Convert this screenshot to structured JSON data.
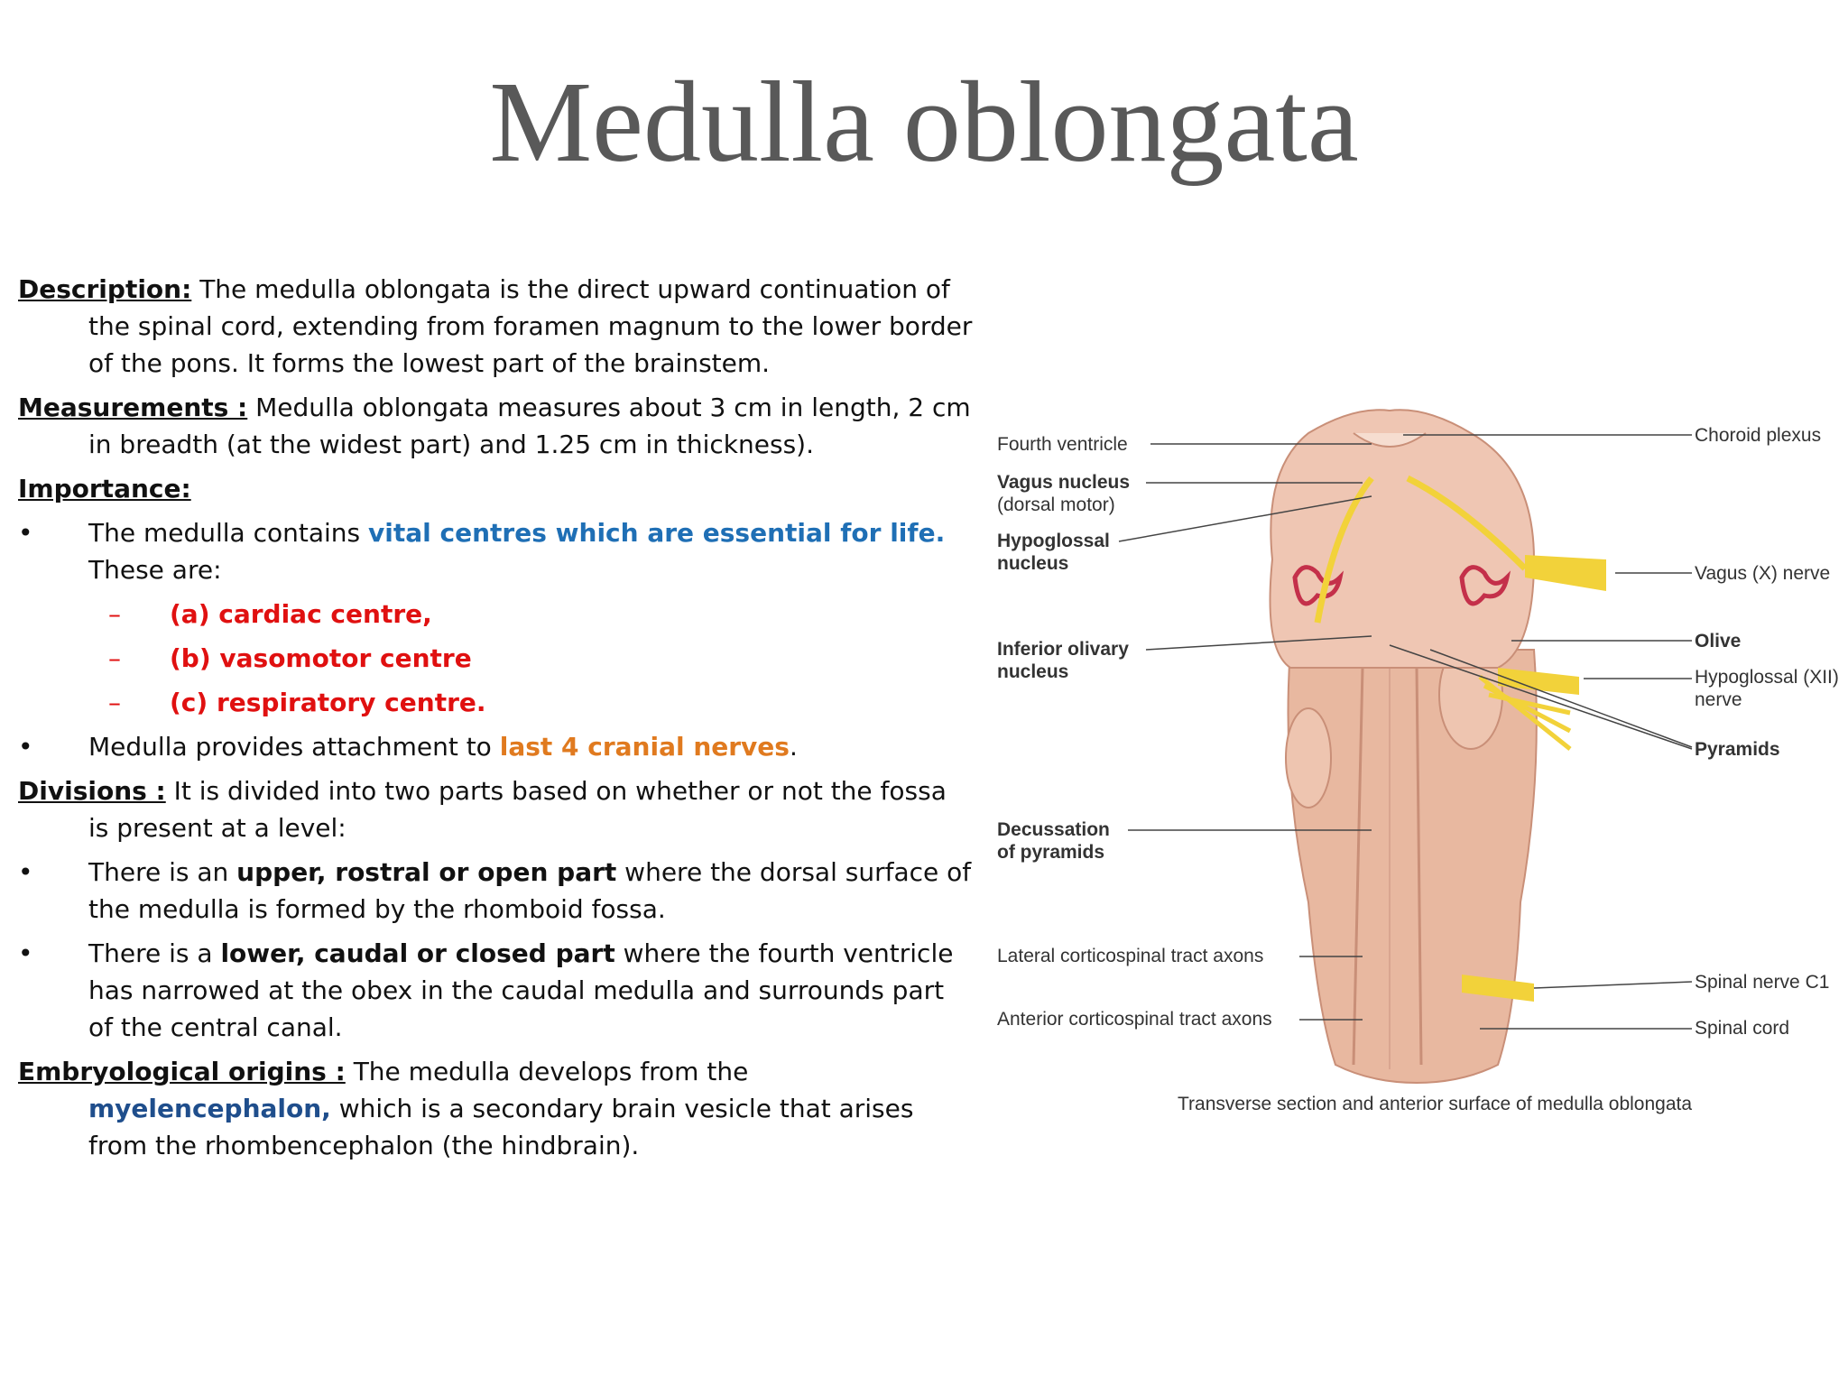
{
  "title": "Medulla oblongata",
  "description": {
    "heading": "Description:",
    "text": " The medulla oblongata is the direct upward continuation of the spinal cord, extending from foramen magnum to the lower border of the pons. It forms the lowest part of the brainstem."
  },
  "measurements": {
    "heading": "Measurements :",
    "text": " Medulla oblongata measures about 3 cm in length, 2 cm in breadth (at the widest part) and 1.25 cm in thickness)."
  },
  "importance": {
    "heading": "Importance:",
    "bullet1_pre": "The medulla contains ",
    "bullet1_highlight": "vital centres which are essential for life.",
    "bullet1_post": " These are:",
    "centres": [
      "(a) cardiac centre,",
      "(b) vasomotor centre",
      "(c) respiratory centre."
    ],
    "bullet2_pre": "Medulla provides attachment to ",
    "bullet2_highlight": "last 4 cranial nerves",
    "bullet2_post": "."
  },
  "divisions": {
    "heading": "Divisions :",
    "text": "  It is divided into two parts based on whether or not the fossa is present at a level:",
    "upper_pre": "There is an ",
    "upper_bold": "upper, rostral or open part",
    "upper_post": " where the dorsal surface of the medulla is formed by the rhomboid fossa.",
    "lower_pre": "There is a ",
    "lower_bold": "lower, caudal or closed part",
    "lower_post": " where the fourth ventricle has narrowed at the obex in the caudal medulla and surrounds part of the central canal."
  },
  "embryology": {
    "heading": "Embryological origins :",
    "pre": " The medulla develops from the ",
    "highlight": "myelencephalon,",
    "post": " which is a secondary brain vesicle that arises from the rhombencephalon (the hindbrain)."
  },
  "figure": {
    "labels_left": {
      "fourth_ventricle": "Fourth ventricle",
      "vagus_nucleus": "Vagus nucleus",
      "vagus_nucleus_sub": "(dorsal motor)",
      "hypoglossal_nucleus": "Hypoglossal",
      "hypoglossal_nucleus_2": "nucleus",
      "inferior_olivary": "Inferior olivary",
      "inferior_olivary_2": "nucleus",
      "decussation": "Decussation",
      "decussation_2": "of pyramids",
      "lateral_cst": "Lateral corticospinal tract axons",
      "anterior_cst": "Anterior corticospinal tract axons"
    },
    "labels_right": {
      "choroid_plexus": "Choroid plexus",
      "vagus_nerve": "Vagus (X) nerve",
      "olive": "Olive",
      "hypoglossal_nerve": "Hypoglossal (XII)",
      "hypoglossal_nerve_2": "nerve",
      "pyramids": "Pyramids",
      "spinal_nerve": "Spinal nerve C1",
      "spinal_cord": "Spinal cord"
    },
    "caption": "Transverse section and anterior surface of medulla oblongata",
    "colors": {
      "tissue": "#e8b8a0",
      "tissue_dark": "#c98f78",
      "nerve": "#f2d23a",
      "nucleus": "#c4304a"
    }
  }
}
